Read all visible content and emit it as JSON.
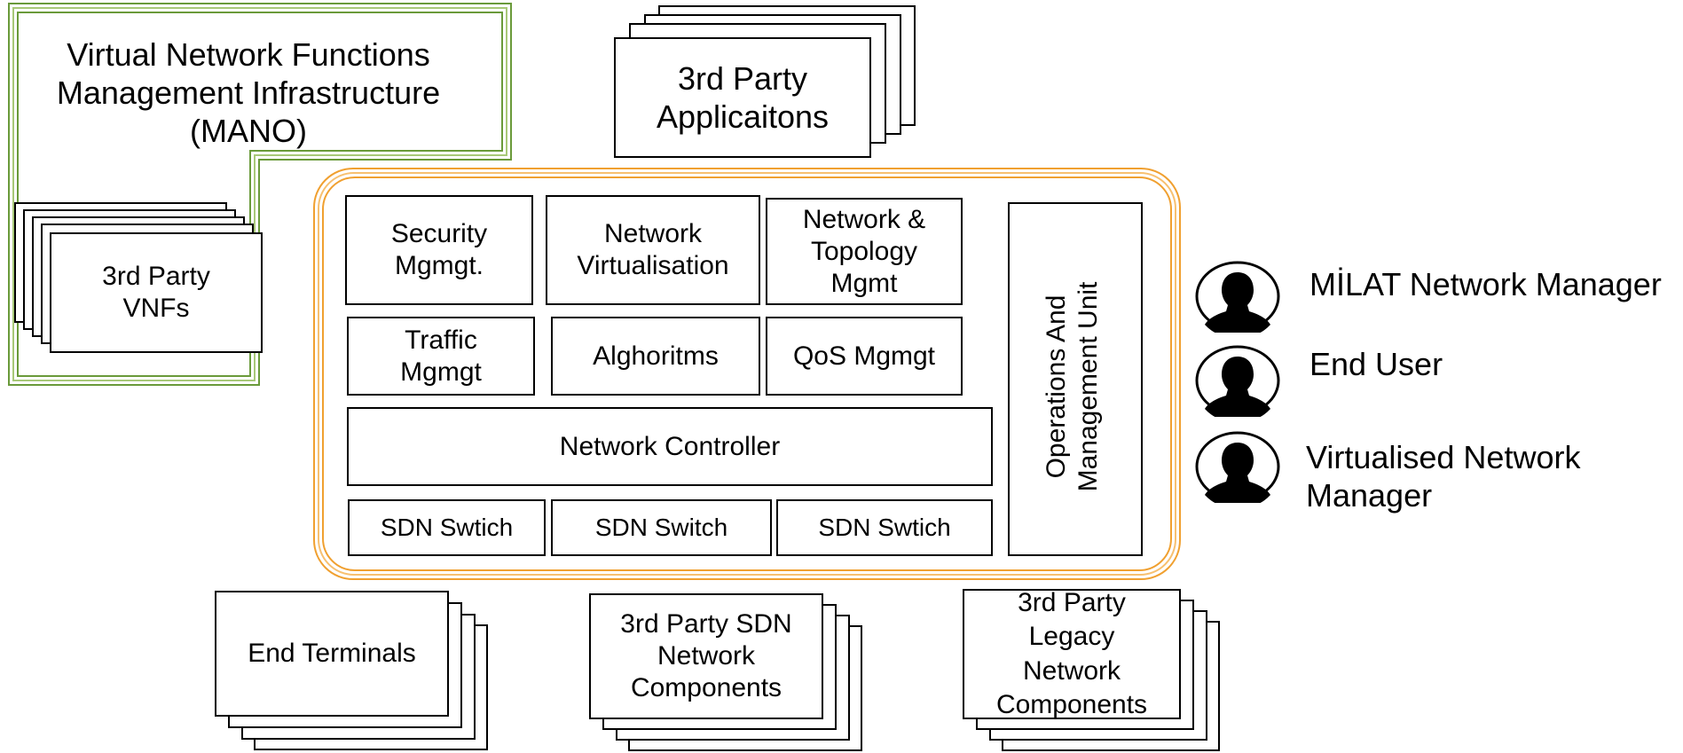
{
  "mano": {
    "title": "Virtual Network Functions\nManagement Infrastructure\n(MANO)",
    "border_color": "#6a9a3a"
  },
  "vnfs": {
    "label": "3rd Party\nVNFs"
  },
  "third_party_apps": {
    "label": "3rd Party\nApplicaitons"
  },
  "core": {
    "border_color": "#f0a030",
    "security": "Security\nMgmgt.",
    "virtualisation": "Network\nVirtualisation",
    "topology": "Network &\nTopology\nMgmt",
    "traffic": "Traffic\nMgmgt",
    "algorithms": "Alghoritms",
    "qos": "QoS Mgmgt",
    "controller": "Network Controller",
    "switch1": "SDN Swtich",
    "switch2": "SDN Switch",
    "switch3": "SDN Swtich",
    "ops_unit": "Operations And\nManagement Unit"
  },
  "bottom": {
    "end_terminals": "End Terminals",
    "sdn_components": "3rd Party SDN\nNetwork\nComponents",
    "legacy_components": "3rd Party\nLegacy\nNetwork\nComponents"
  },
  "users": [
    {
      "label": "MİLAT Network Manager",
      "icon": "person-icon"
    },
    {
      "label": "End User",
      "icon": "person-icon"
    },
    {
      "label": "Virtualised Network\nManager",
      "icon": "person-icon"
    }
  ]
}
